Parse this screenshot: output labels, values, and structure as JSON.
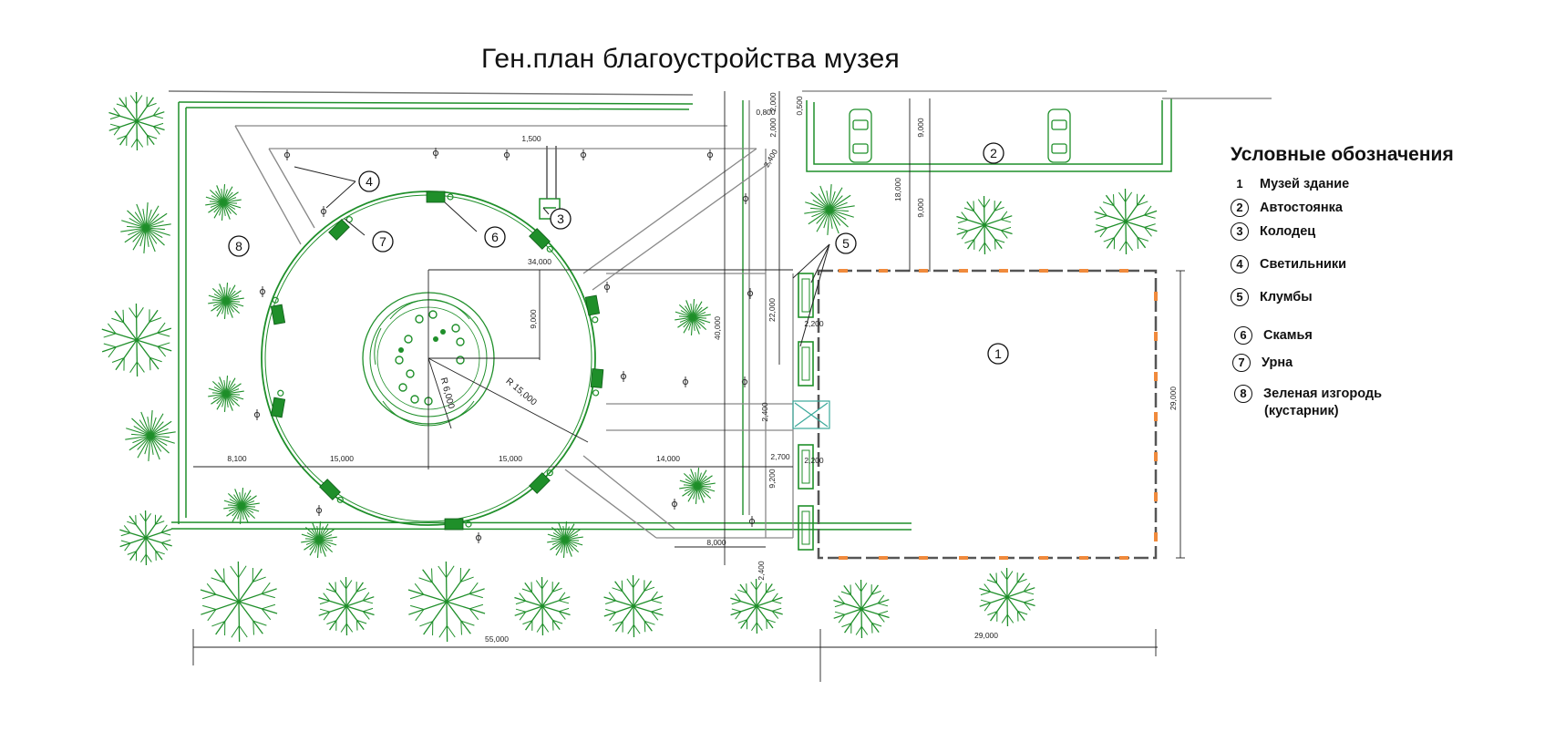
{
  "title": "Ген.план благоустройства музея",
  "legend": {
    "heading": "Условные обозначения",
    "items": [
      {
        "num": "1",
        "label": "Музей здание",
        "circled": false
      },
      {
        "num": "2",
        "label": "Автостоянка",
        "circled": true
      },
      {
        "num": "3",
        "label": "Колодец",
        "circled": true
      },
      {
        "num": "4",
        "label": "Светильники",
        "circled": true
      },
      {
        "num": "5",
        "label": "Клумбы",
        "circled": true
      },
      {
        "num": "6",
        "label": "Скамья",
        "circled": true
      },
      {
        "num": "7",
        "label": "Урна",
        "circled": true
      },
      {
        "num": "8",
        "label": "Зеленая изгородь",
        "label2": "(кустарник)",
        "circled": true
      }
    ]
  },
  "markers": [
    "1",
    "2",
    "3",
    "4",
    "5",
    "6",
    "7",
    "8"
  ],
  "dimensions": {
    "d55000": "55,000",
    "d29000_bottom": "29,000",
    "d29000_right": "29,000",
    "d34000": "34,000",
    "d22000": "22,000",
    "d40000": "40,000",
    "d18000": "18,000",
    "d9000_a": "9,000",
    "d9000_b": "9,000",
    "d9000_c": "9,000",
    "d15000_a": "15,000",
    "d15000_b": "15,000",
    "d14000": "14,000",
    "d8100": "8,100",
    "d2700": "2,700",
    "d2200_a": "2,200",
    "d2200_b": "2,200",
    "d2400_a": "2,400",
    "d2400_b": "2,400",
    "d9200": "9,200",
    "d8000": "8,000",
    "d1500": "1,500",
    "d2000_a": "2,000",
    "d2000_b": "2,000",
    "d0500": "0,500",
    "d0800": "0,800",
    "d2400_c": "2,400",
    "radius_outer": "R 15,000",
    "radius_inner": "R 6,000"
  },
  "colors": {
    "green": "#1f8f2a",
    "line": "#444444",
    "accent": "#f08a3c"
  }
}
